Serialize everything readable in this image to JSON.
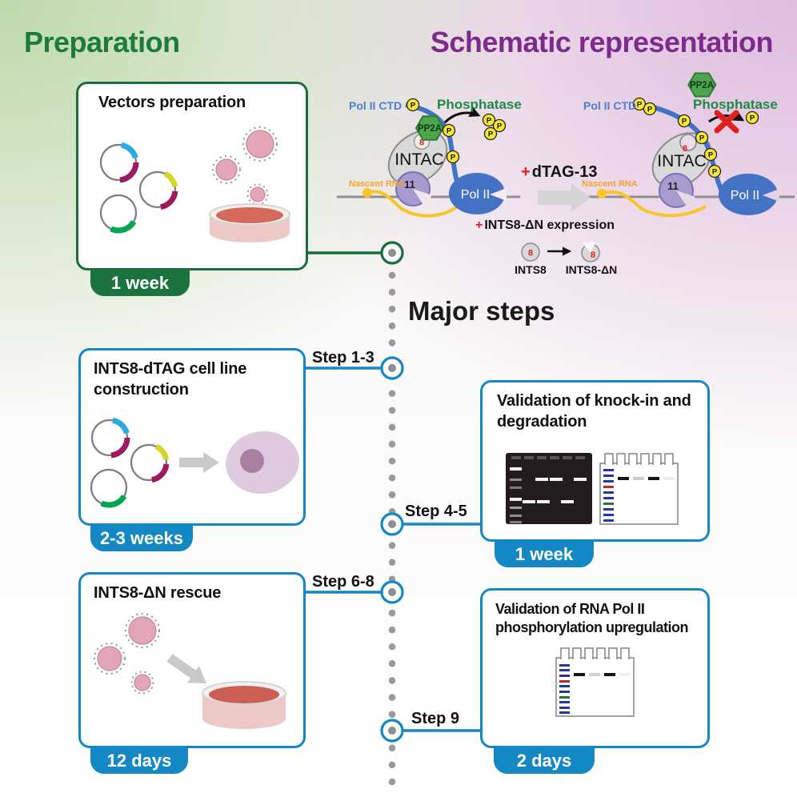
{
  "page": {
    "preparation_title": "Preparation",
    "schematic_title": "Schematic representation",
    "major_steps_title": "Major steps"
  },
  "boxes": {
    "vectors": {
      "title": "Vectors preparation",
      "badge": "1 week"
    },
    "cell_line": {
      "title": "INTS8-dTAG cell line construction",
      "badge": "2-3 weeks",
      "step": "Step 1-3"
    },
    "validation_knockin": {
      "title": "Validation of knock-in and degradation",
      "badge": "1 week",
      "step": "Step 4-5"
    },
    "rescue": {
      "title": "INTS8-ΔN rescue",
      "badge": "12 days",
      "step": "Step 6-8"
    },
    "validation_phospho": {
      "title": "Validation of RNA Pol II phosphorylation upregulation",
      "badge": "2 days",
      "step": "Step 9"
    }
  },
  "schematic": {
    "pol2_ctd": "Pol II CTD",
    "phosphatase": "Phosphatase",
    "pp2a": "PP2A",
    "intac": "INTAC",
    "subunit8": "8",
    "subunit11": "11",
    "nascent_rna": "Nascent RNA",
    "pol2": "Pol II",
    "phosphate": "P",
    "plus": "+",
    "dtag": "dTAG-13",
    "expression": "INTS8-ΔN expression",
    "ints8": "INTS8",
    "ints8_dn": "INTS8-ΔN"
  },
  "colors": {
    "green_dark": "#1a6e3e",
    "green_title": "#1b7a3e",
    "purple_title": "#7c2b8c",
    "blue_accent": "#1488c4",
    "timeline_dot": "#9a9a9a",
    "pp2a_green": "#4ca64c",
    "pol2_blue": "#4472c4",
    "ctd_blue": "#4a7fd4",
    "phosphate_yellow": "#f8e637",
    "alert_red": "#e02020",
    "nascent_orange": "#f5a230",
    "plasmid_blue": "#2da9e1",
    "plasmid_magenta": "#9c1a60",
    "plasmid_yellow": "#d6d62a",
    "plasmid_green": "#00a651"
  }
}
